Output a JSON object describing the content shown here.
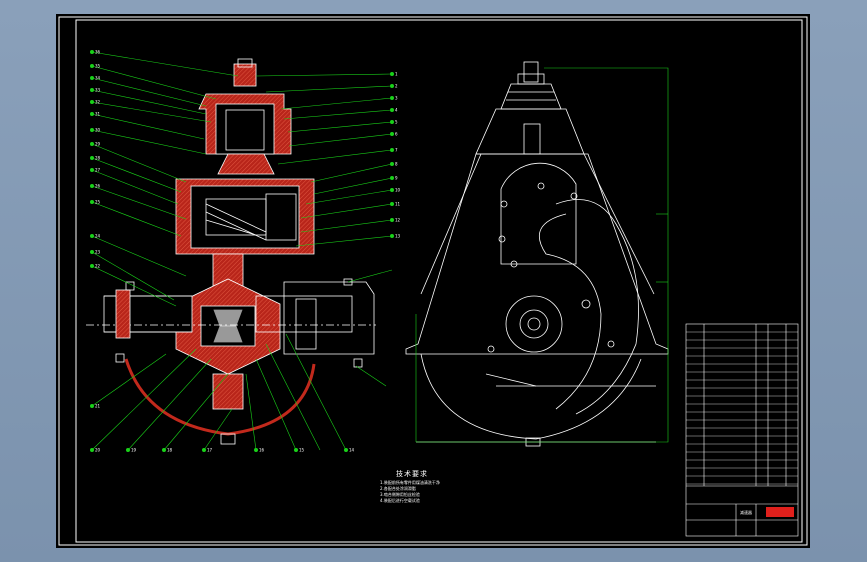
{
  "callouts_left": [
    "36",
    "35",
    "34",
    "33",
    "32",
    "31",
    "30",
    "29",
    "28",
    "27",
    "26",
    "25",
    "24",
    "23",
    "22"
  ],
  "callouts_right": [
    "1",
    "2",
    "3",
    "4",
    "5",
    "6",
    "7",
    "8",
    "9",
    "10",
    "11",
    "12",
    "13"
  ],
  "callouts_bottom": [
    "21",
    "20",
    "19",
    "18",
    "17",
    "16",
    "15",
    "14"
  ],
  "notes": {
    "title": "技术要求",
    "lines": [
      "1.装配前所有零件用煤油清洗干净",
      "2.各配合处涂润滑脂",
      "3.啮合侧隙用铅丝检验",
      "4.装配后进行空载试验"
    ]
  },
  "title_block": {
    "drawing_name": "减速器",
    "stamp_color": "#e0201c"
  },
  "colors": {
    "section_hatch": "#c2291c",
    "leader": "#19d119",
    "outline": "#ffffff",
    "frame": "#ffffff"
  }
}
